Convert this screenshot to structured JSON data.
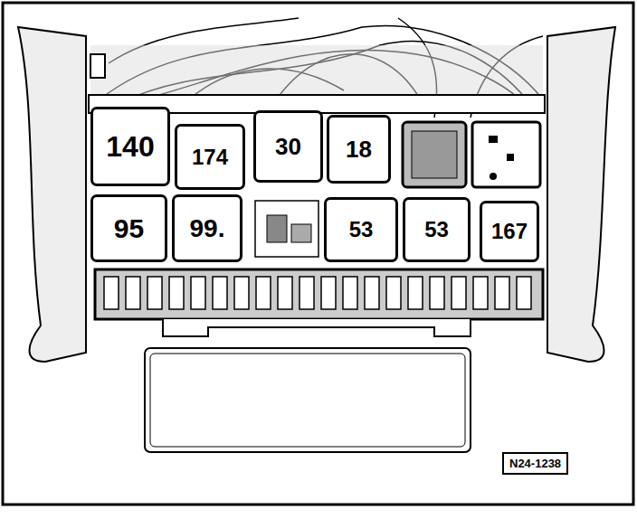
{
  "diagram": {
    "nodes": [
      {
        "text": [
          "140"
        ]
      },
      {
        "text": [
          "174"
        ]
      },
      {
        "text": [
          "30"
        ]
      },
      {
        "text": [
          "18"
        ]
      },
      {
        "text": [
          "95"
        ]
      },
      {
        "text": [
          "99."
        ]
      },
      {
        "text": [
          "53"
        ]
      },
      {
        "text": [
          "53"
        ]
      },
      {
        "text": [
          "167"
        ]
      }
    ],
    "labels": [
      "N24-1238"
    ]
  }
}
